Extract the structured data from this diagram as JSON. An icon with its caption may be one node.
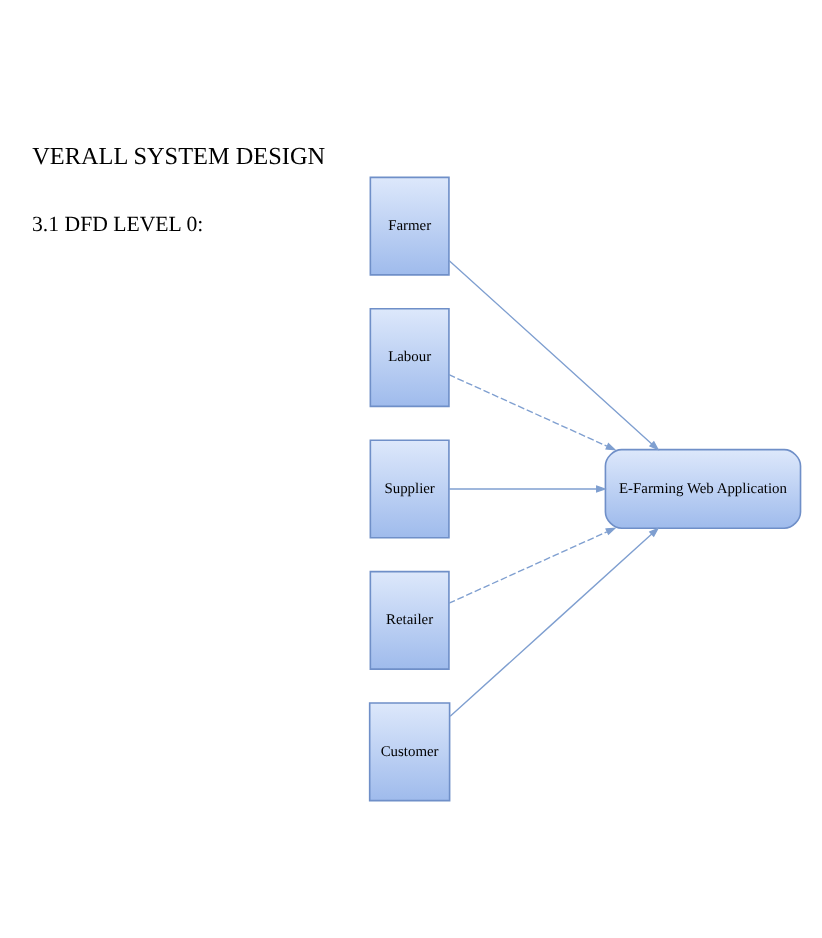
{
  "diagram": {
    "title": "VERALL SYSTEM DESIGN",
    "nodes": [
      {
        "text": [
          "Farmer"
        ]
      },
      {
        "text": [
          "Labour"
        ]
      },
      {
        "text": [
          "Supplier"
        ]
      },
      {
        "text": [
          "Retailer"
        ]
      },
      {
        "text": [
          "Customer"
        ]
      },
      {
        "text": [
          "E-Farming Web Application"
        ]
      }
    ],
    "edges": [
      {
        "from": 0,
        "to": 5,
        "arrow": "to"
      },
      {
        "from": 1,
        "to": 5,
        "arrow": "to",
        "style": "dashed"
      },
      {
        "from": 2,
        "to": 5,
        "arrow": "to"
      },
      {
        "from": 3,
        "to": 5,
        "arrow": "to",
        "style": "dashed"
      },
      {
        "from": 4,
        "to": 5,
        "arrow": "to"
      }
    ],
    "labels": [
      "3.1 DFD LEVEL 0:"
    ]
  }
}
